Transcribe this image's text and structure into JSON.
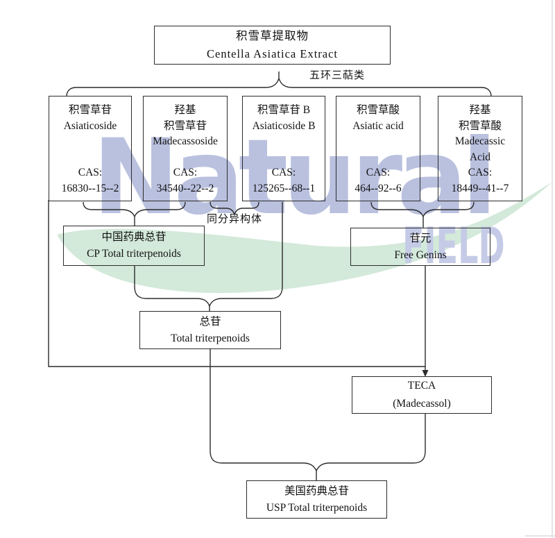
{
  "watermark": {
    "word1": "Natural",
    "word2": "FIELD",
    "blue": "#bac1df",
    "green": "#d3e9da"
  },
  "line_color": "#2b2b2b",
  "top_box": {
    "line1": "积雪草提取物",
    "line2": "Centella Asiatica Extract"
  },
  "top_brace_label": "五环三萜类",
  "isomer_label": "同分异构体",
  "compound_boxes": [
    {
      "lines": [
        "积雪草苷",
        "Asiaticoside",
        "",
        "",
        "CAS:",
        "16830--15--2"
      ]
    },
    {
      "lines": [
        "羟基",
        "积雪草苷",
        "Madecassoside",
        "",
        "CAS:",
        "34540--22--2"
      ]
    },
    {
      "lines": [
        "积雪草苷 B",
        "Asiaticoside B",
        "",
        "",
        "CAS:",
        "125265--68--1"
      ]
    },
    {
      "lines": [
        "积雪草酸",
        "Asiatic acid",
        "",
        "",
        "CAS:",
        "464--92--6"
      ]
    },
    {
      "lines": [
        "羟基",
        "积雪草酸",
        "Madecassic",
        "Acid",
        "CAS:",
        "18449--41--7"
      ]
    }
  ],
  "cp_box": {
    "line1": "中国药典总苷",
    "line2": "CP Total triterpenoids"
  },
  "genins_box": {
    "line1": "苷元",
    "line2": "Free Genins"
  },
  "total_box": {
    "line1": "总苷",
    "line2": "Total triterpenoids"
  },
  "teca_box": {
    "line1": "TECA",
    "line2": "(Madecassol)"
  },
  "usp_box": {
    "line1": "美国药典总苷",
    "line2": "USP Total triterpenoids"
  }
}
